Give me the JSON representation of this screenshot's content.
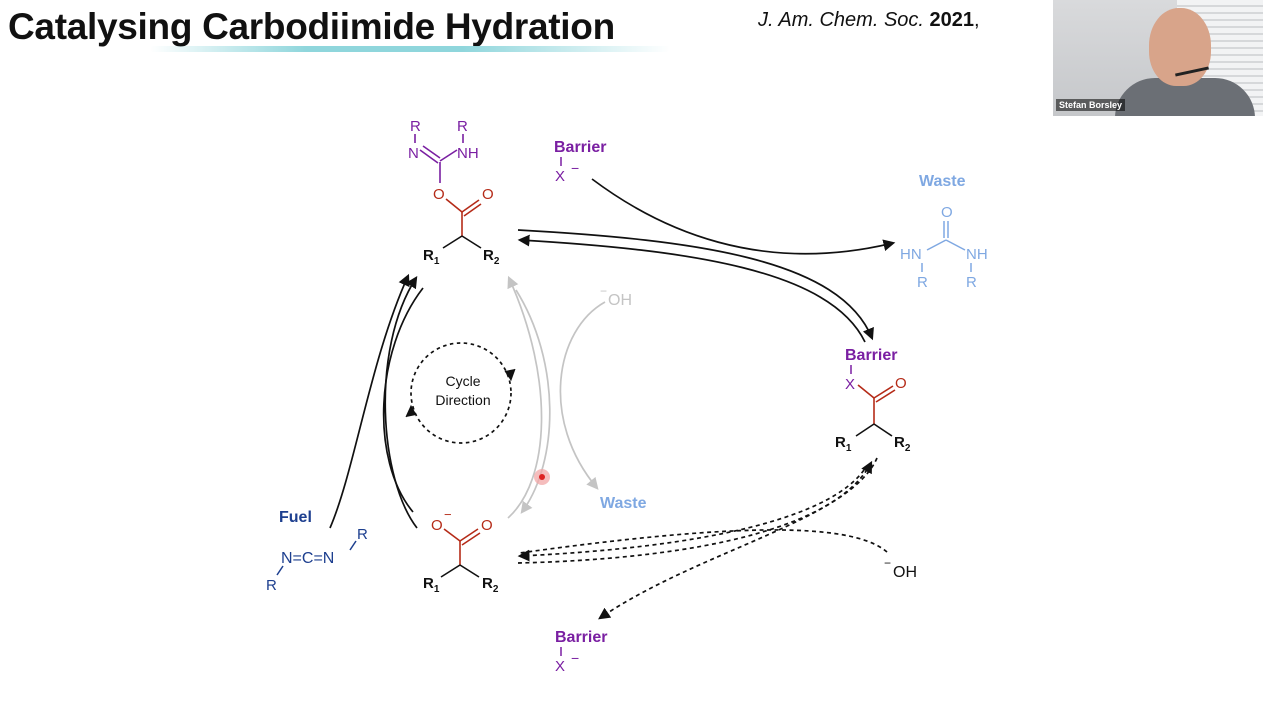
{
  "slide": {
    "title": "Catalysing Carbodiimide Hydration",
    "citation": {
      "journal": "J. Am. Chem. Soc.",
      "year": "2021",
      "trailing": ","
    }
  },
  "video": {
    "participant_name": "Stefan Borsley"
  },
  "diagram": {
    "cycle_label_line1": "Cycle",
    "cycle_label_line2": "Direction",
    "fuel_label": "Fuel",
    "fuel_formula": "N=C=N",
    "r": "R",
    "nh": "NH",
    "hn": "HN",
    "n": "N",
    "o": "O",
    "x": "X",
    "minus": "−",
    "r1": "R",
    "r2": "R",
    "sub1": "1",
    "sub2": "2",
    "barrier": "Barrier",
    "waste": "Waste",
    "hydroxide": "OH",
    "colors": {
      "purple": "#7a1fa2",
      "red": "#b52b18",
      "light_blue": "#7fa8e2",
      "dark_blue": "#1d3f8f",
      "grey": "#c4c4c4",
      "black": "#111111"
    }
  }
}
